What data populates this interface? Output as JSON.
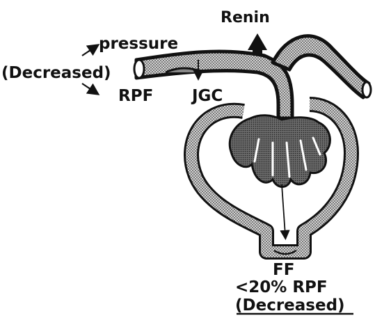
{
  "labels": {
    "renin": "Renin",
    "pressure": "pressure",
    "decreased_left": "(Decreased)",
    "rpf": "RPF",
    "jgc": "JGC",
    "ff": "FF",
    "ff_ratio": "<20% RPF",
    "decreased_bottom": "(Decreased)"
  },
  "colors": {
    "ink": "#111111",
    "background": "#ffffff"
  }
}
